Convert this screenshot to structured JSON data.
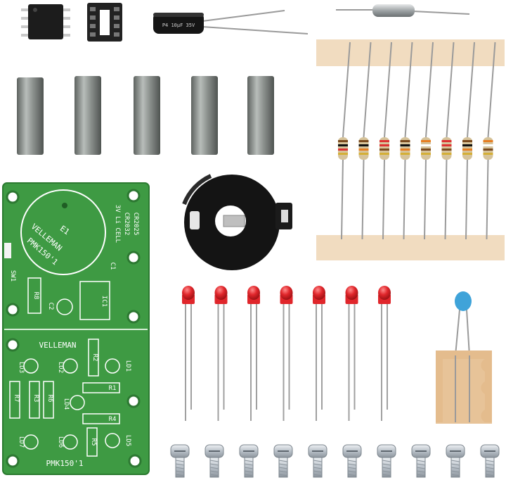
{
  "pcb": {
    "brand_top": "VELLEMAN",
    "brand_circle": "VELLEMAN",
    "model_circle": "PMK150'1",
    "model_bottom": "PMK150'1",
    "battery_label": "E1",
    "battery_spec_1": "3V Li CELL",
    "battery_spec_2": "CR2032",
    "battery_spec_3": "CR2025",
    "labels": {
      "sw1": "SW1",
      "r8": "R8",
      "c1": "C1",
      "c2": "C2",
      "ic1": "IC1",
      "r2": "R2",
      "r1": "R1",
      "r3": "R3",
      "r6": "R6",
      "r7": "R7",
      "r4": "R4",
      "r5": "R5",
      "ld1": "LD1",
      "ld2": "LD2",
      "ld3": "LD3",
      "ld4": "LD4",
      "ld5": "LD5",
      "ld6": "LD6",
      "ld7": "LD7"
    }
  },
  "capacitor_label": "P4 10µF 35V",
  "counts": {
    "spacers": 5,
    "resistors": 8,
    "leds": 7,
    "screws": 10
  },
  "colors": {
    "pcb_green": "#3e9a43",
    "led_red": "#e0262b",
    "spacer_metal": "#8a8f8c",
    "tape": "#f1dcc0",
    "ceramic_cap": "#3fa3d9",
    "screw_metal": "#c7cbcf"
  }
}
